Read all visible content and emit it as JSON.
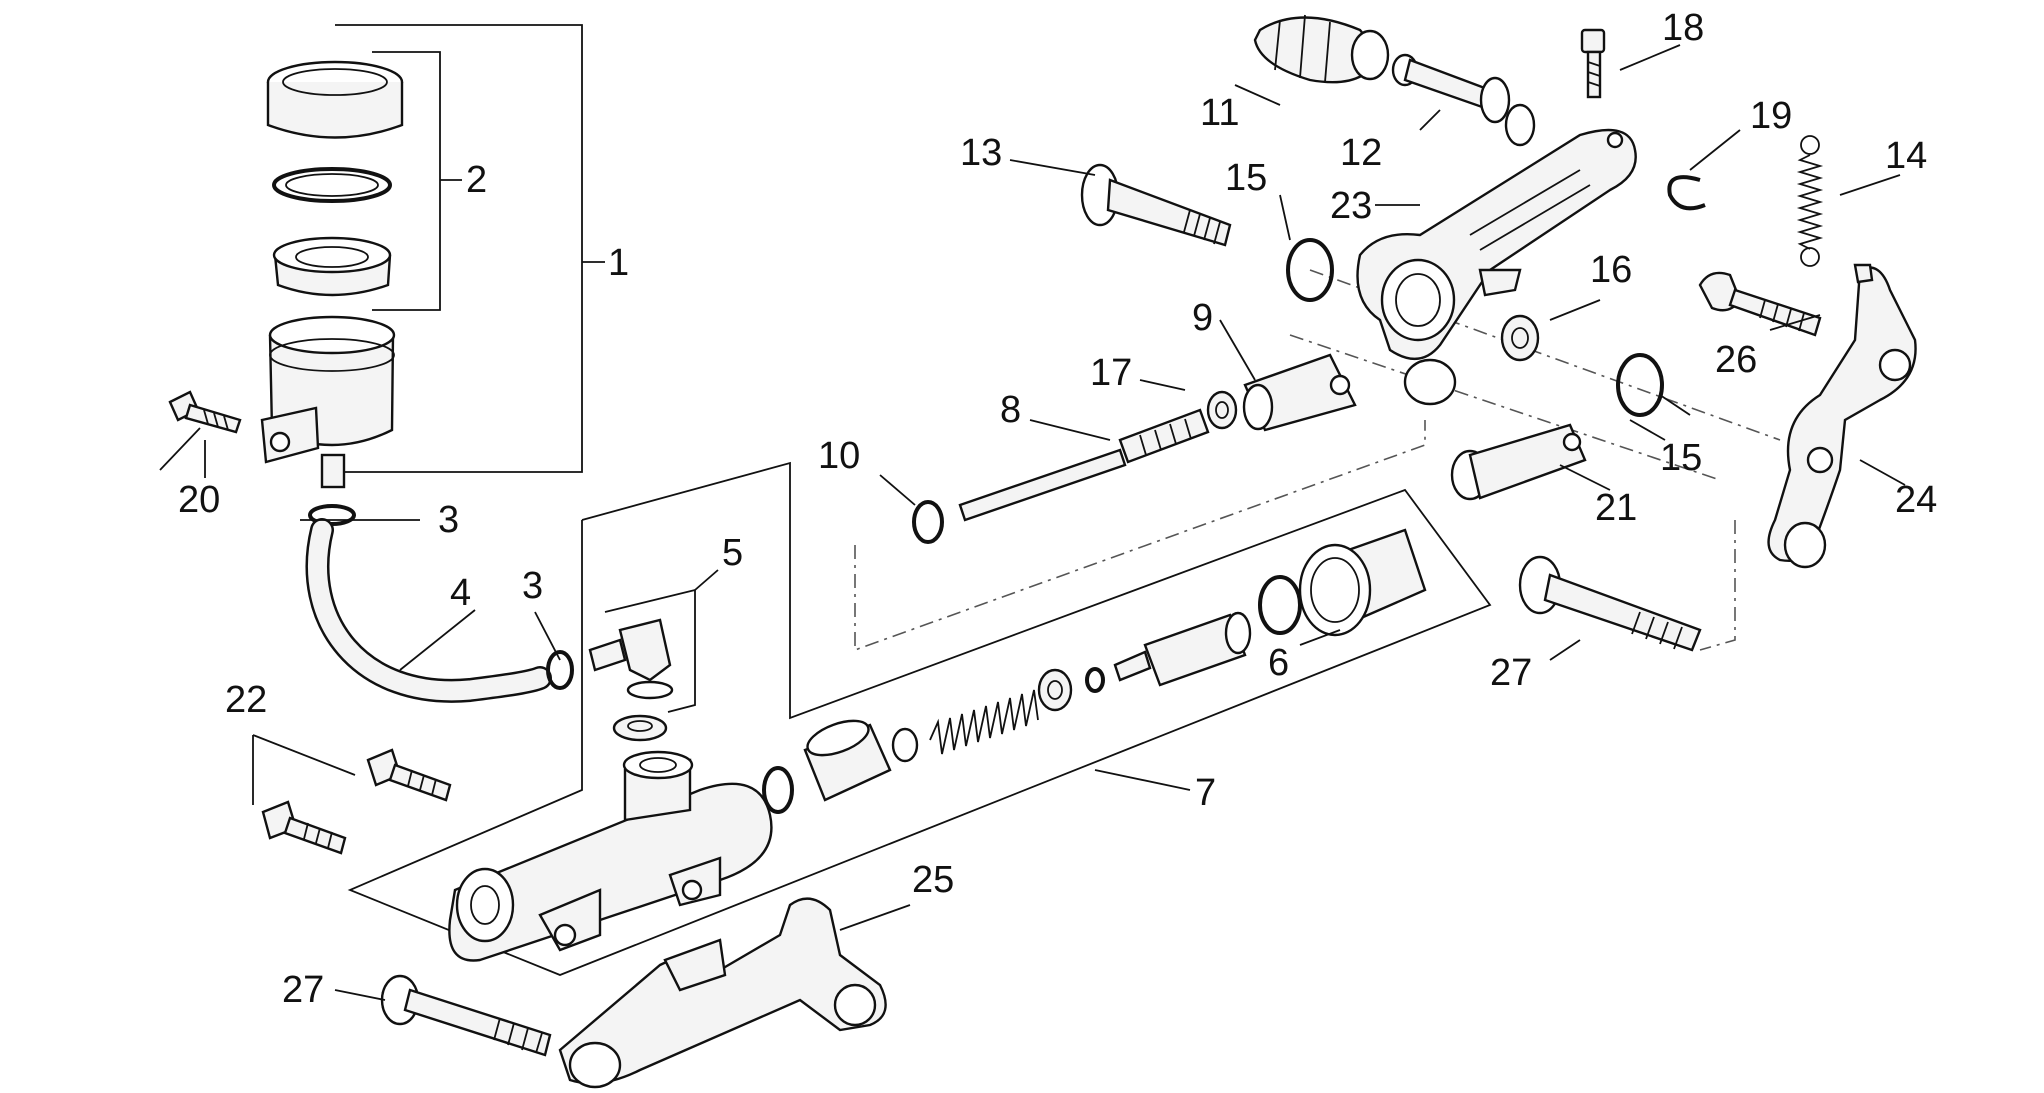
{
  "labels": {
    "l1": "1",
    "l2": "2",
    "l3a": "3",
    "l3b": "3",
    "l4": "4",
    "l5": "5",
    "l6": "6",
    "l7": "7",
    "l8": "8",
    "l9": "9",
    "l10": "10",
    "l11": "11",
    "l12": "12",
    "l13": "13",
    "l14": "14",
    "l15a": "15",
    "l15b": "15",
    "l16": "16",
    "l17": "17",
    "l18": "18",
    "l19": "19",
    "l20": "20",
    "l21": "21",
    "l22": "22",
    "l23": "23",
    "l24": "24",
    "l25": "25",
    "l26": "26",
    "l27a": "27",
    "l27b": "27"
  }
}
